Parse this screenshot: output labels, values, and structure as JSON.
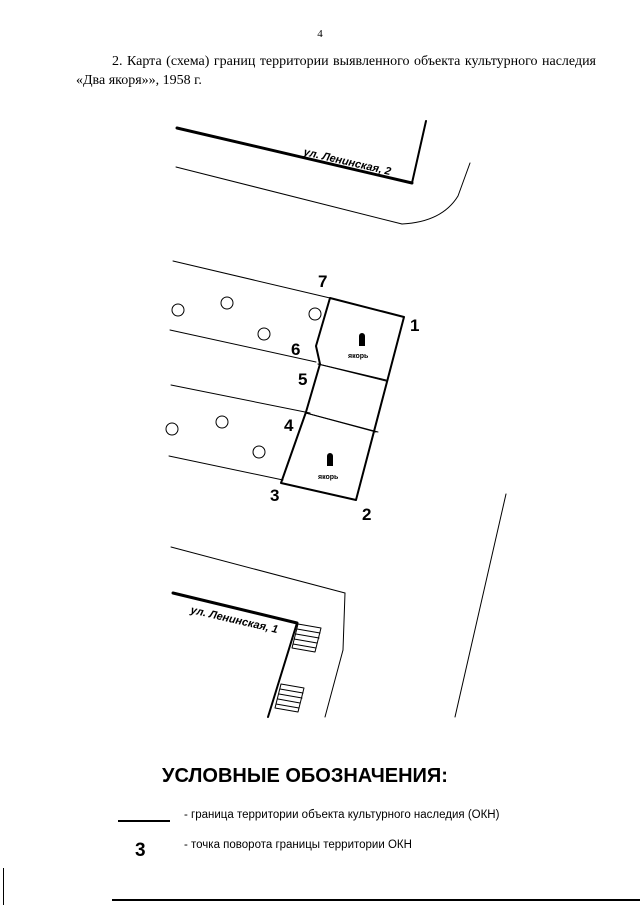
{
  "page": {
    "number": "4"
  },
  "heading": "2. Карта (схема) границ территории выявленного объекта культурного наследия «Два якоря»», 1958 г.",
  "map": {
    "streets": {
      "top": "ул. Ленинская, 2",
      "bottom": "ул. Ленинская, 1"
    },
    "anchor_label": "якорь",
    "points": [
      "1",
      "2",
      "3",
      "4",
      "5",
      "6",
      "7"
    ]
  },
  "legend": {
    "title": "УСЛОВНЫЕ ОБОЗНАЧЕНИЯ:",
    "items": [
      {
        "symbol": "line",
        "text": "- граница территории объекта культурного наследия (ОКН)"
      },
      {
        "symbol": "3",
        "text": "- точка поворота границы территории ОКН"
      }
    ]
  }
}
